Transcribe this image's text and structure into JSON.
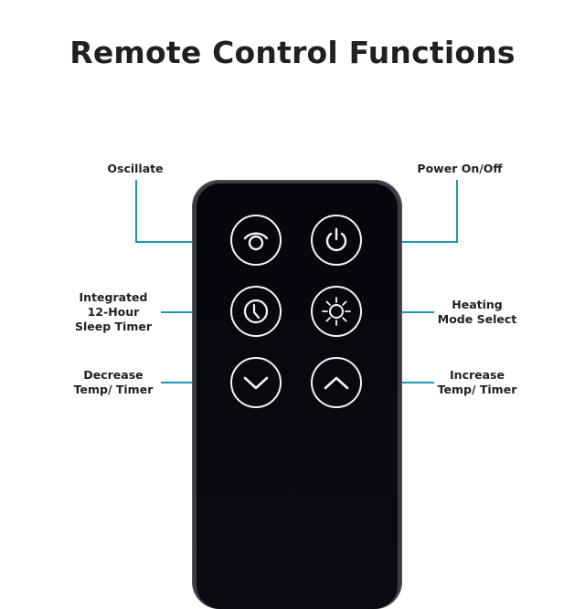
{
  "title": "Remote Control Functions",
  "accent_color": "#1c95b6",
  "buttons": [
    {
      "id": "oscillate",
      "icon": "oscillate-icon",
      "label": "Oscillate"
    },
    {
      "id": "power",
      "icon": "power-icon",
      "label": "Power On/Off"
    },
    {
      "id": "timer",
      "icon": "clock-icon",
      "label_lines": [
        "Integrated",
        "12-Hour",
        "Sleep Timer"
      ]
    },
    {
      "id": "heat-mode",
      "icon": "sun-icon",
      "label_lines": [
        "Heating",
        "Mode Select"
      ]
    },
    {
      "id": "decrease",
      "icon": "chevron-down-icon",
      "label_lines": [
        "Decrease",
        "Temp/ Timer"
      ]
    },
    {
      "id": "increase",
      "icon": "chevron-up-icon",
      "label_lines": [
        "Increase",
        "Temp/ Timer"
      ]
    }
  ]
}
